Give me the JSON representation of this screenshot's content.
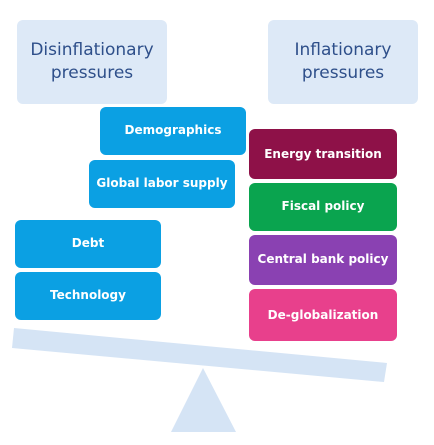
{
  "left_side": {
    "title": "Disinflationary\npressures",
    "items": [
      {
        "label": "Demographics"
      },
      {
        "label": "Global labor supply"
      },
      {
        "label": "Debt"
      },
      {
        "label": "Technology"
      }
    ]
  },
  "right_side": {
    "title": "Inflationary\npressures",
    "items": [
      {
        "label": "Energy transition",
        "color": "#8e1148"
      },
      {
        "label": "Fiscal policy",
        "color": "#0aa44f"
      },
      {
        "label": "Central bank policy",
        "color": "#8a41b2"
      },
      {
        "label": "De-globalization",
        "color": "#e8408c"
      }
    ]
  },
  "colors": {
    "header_bg": "#dde9f7",
    "header_text": "#2e4f8a",
    "left_block": "#0ba0e3",
    "scale": "#d5e4f5"
  }
}
